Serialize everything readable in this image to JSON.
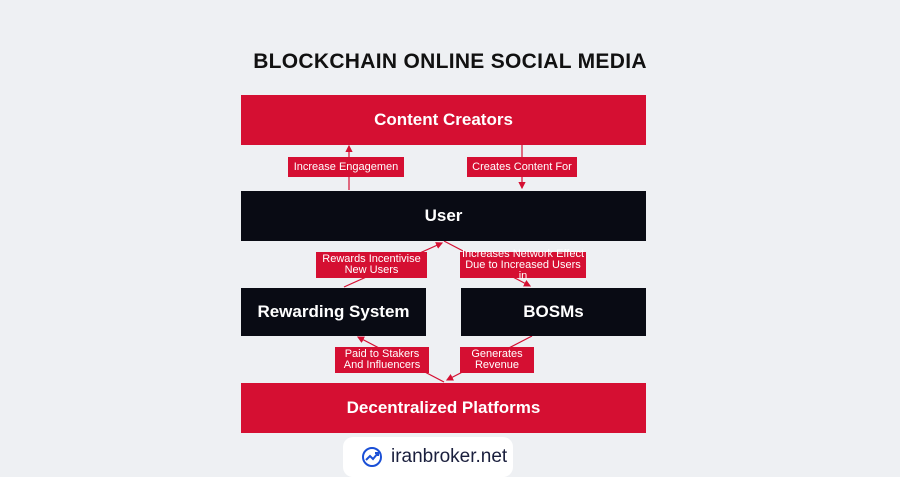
{
  "title": "BLOCKCHAIN ONLINE SOCIAL MEDIA",
  "nodes": {
    "content_creators": "Content Creators",
    "user": "User",
    "rewarding_system": "Rewarding System",
    "bosms": "BOSMs",
    "decentralized_platforms": "Decentralized Platforms"
  },
  "edges": {
    "increase_engagement": "Increase Engagemen",
    "creates_content_for": "Creates Content For",
    "rewards_incentivise": "Rewards Incentivise\nNew Users",
    "increases_network": "Increases Network Effect\nDue to Increased Users in",
    "paid_to_stakers": "Paid to Stakers\nAnd Influencers",
    "generates_revenue": "Generates\nRevenue"
  },
  "footer": {
    "brand": "iranbroker.net",
    "icon": "trend-chart-icon"
  },
  "colors": {
    "red": "#d50f32",
    "dark": "#090b14",
    "background": "#eef0f3"
  }
}
